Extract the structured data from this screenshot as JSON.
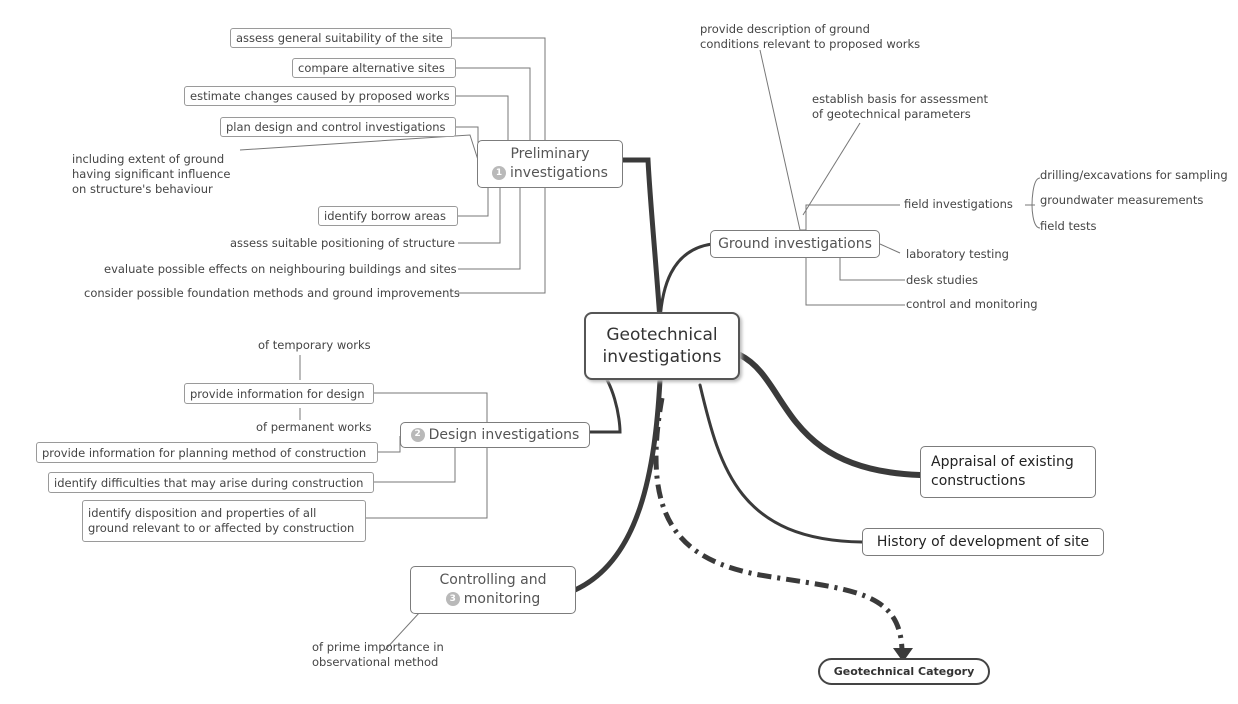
{
  "center": {
    "line1": "Geotechnical",
    "line2": "investigations"
  },
  "preliminary": {
    "number": "1",
    "line1": "Preliminary",
    "line2": "investigations",
    "items": [
      "assess general suitability of the site",
      "compare alternative sites",
      "estimate changes caused by proposed works",
      "plan design and control investigations",
      "identify borrow areas",
      "assess suitable positioning of structure",
      "evaluate possible effects on neighbouring buildings and sites",
      "consider possible foundation methods and ground improvements"
    ],
    "note": "including extent of ground\nhaving significant influence\non structure's behaviour"
  },
  "design": {
    "number": "2",
    "label": "Design investigations",
    "items": [
      "provide information for design",
      "provide information for planning method of construction",
      "identify difficulties that may arise during construction",
      "identify disposition and properties of all ground relevant to or affected by construction"
    ],
    "temporary": "of temporary works",
    "permanent": "of permanent works"
  },
  "controlling": {
    "number": "3",
    "line1": "Controlling and",
    "line2": "monitoring",
    "note": "of prime importance in\nobservational method"
  },
  "ground": {
    "label": "Ground investigations",
    "description": "provide description of ground\nconditions relevant to proposed works",
    "basis": "establish basis for assessment\nof geotechnical parameters",
    "items": [
      "field investigations",
      "laboratory testing",
      "desk studies",
      "control and monitoring"
    ],
    "field_items": [
      "drilling/excavations for sampling",
      "groundwater measurements",
      "field tests"
    ]
  },
  "appraisal": "Appraisal of existing\nconstructions",
  "history": "History of development of site",
  "category": "Geotechnical Category"
}
